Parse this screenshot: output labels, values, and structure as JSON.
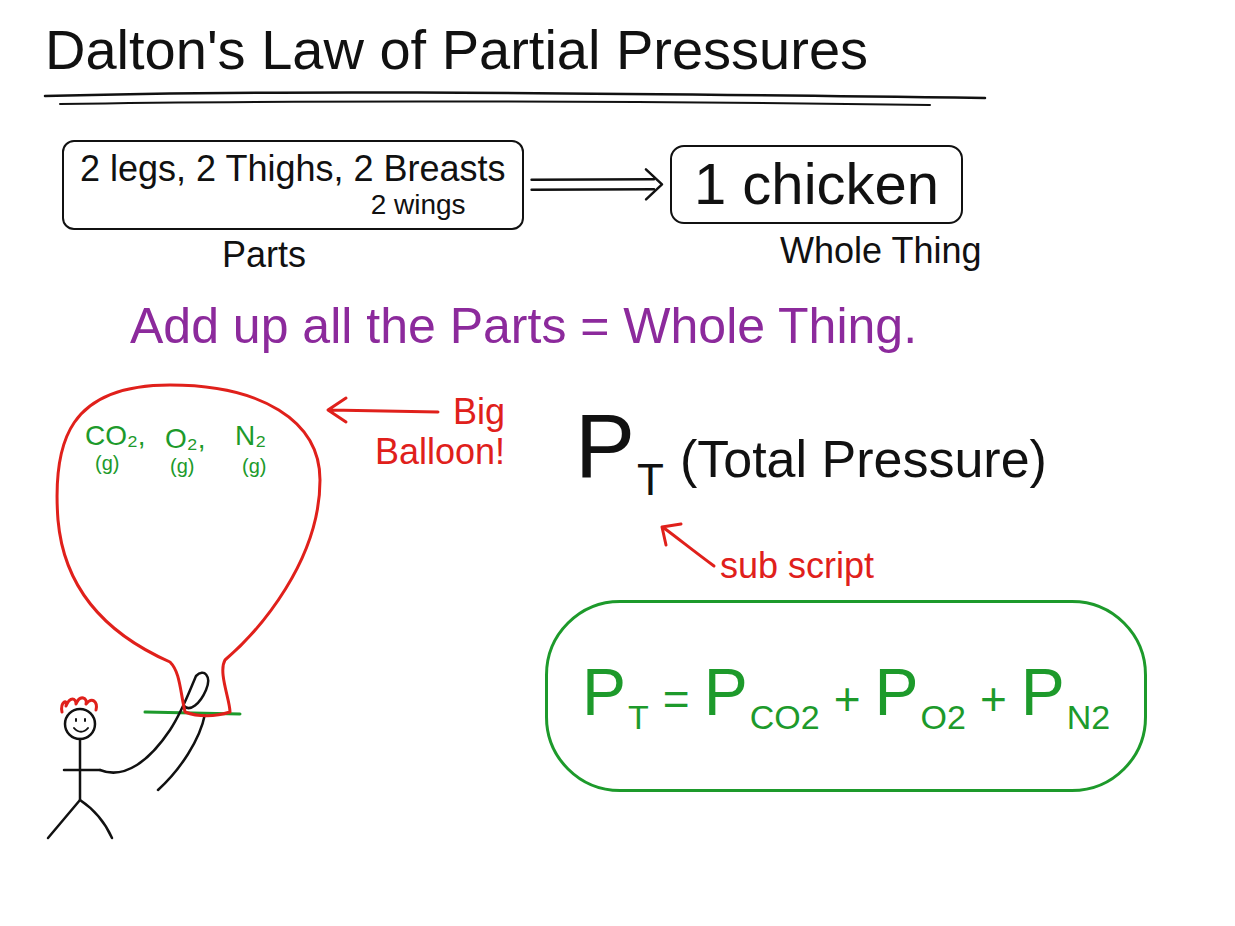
{
  "diagram": {
    "title": "Dalton's Law of Partial Pressures",
    "nodes": [
      {
        "text": [
          "2 legs, 2 Thighs, 2 Breasts",
          "2 wings",
          "Parts"
        ]
      },
      {
        "text": [
          "1 chicken",
          "Whole Thing"
        ]
      },
      {
        "text": [
          "CO₂,",
          "(g)",
          "O₂,",
          "(g)",
          "N₂",
          "(g)"
        ]
      },
      {
        "text": [
          "P",
          "T",
          "=",
          "P",
          "CO2",
          "+",
          "P",
          "O2",
          "+",
          "P",
          "N2"
        ]
      }
    ],
    "edges": [
      {
        "from": 0,
        "to": 1,
        "arrow": "to"
      }
    ],
    "labels": [
      "Add up all the Parts = Whole Thing.",
      "Big Balloon!",
      "P",
      "T",
      "(Total Pressure)",
      "sub script"
    ]
  }
}
